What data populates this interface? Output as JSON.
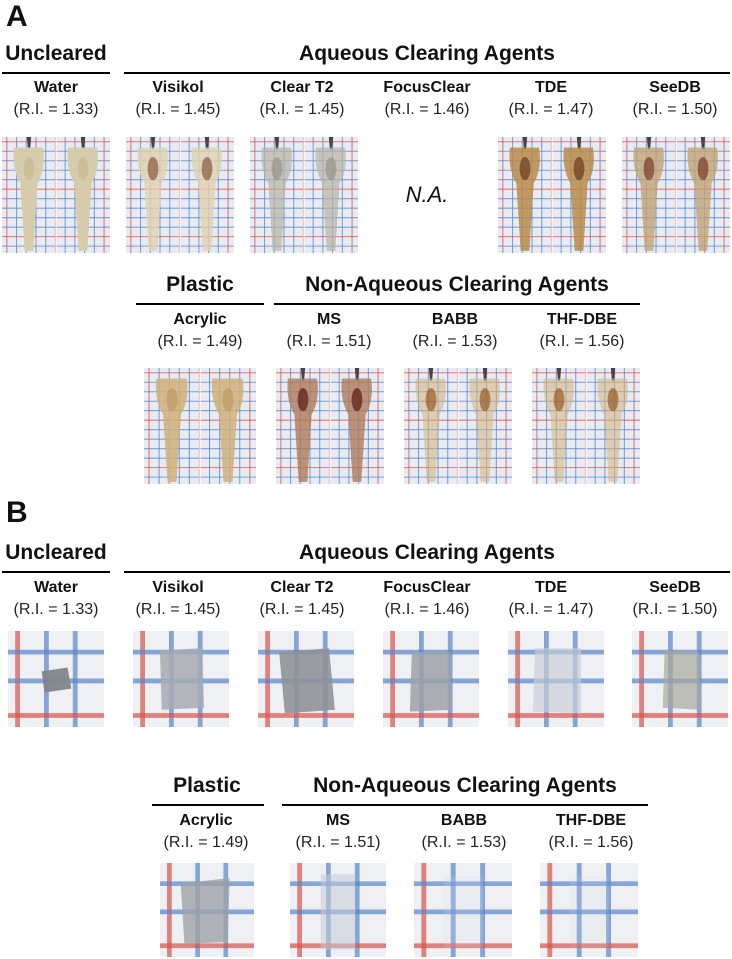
{
  "panel_a": {
    "letter": "A",
    "top_row": {
      "group_uncleared": "Uncleared",
      "group_aqueous": "Aqueous Clearing Agents",
      "agents": [
        {
          "name": "Water",
          "ri": "(R.I. = 1.33)"
        },
        {
          "name": "Visikol",
          "ri": "(R.I. = 1.45)"
        },
        {
          "name": "Clear T2",
          "ri": "(R.I. = 1.45)"
        },
        {
          "name": "FocusClear",
          "ri": "(R.I. = 1.46)"
        },
        {
          "name": "TDE",
          "ri": "(R.I. = 1.47)"
        },
        {
          "name": "SeeDB",
          "ri": "(R.I. = 1.50)"
        }
      ],
      "not_available": "N.A."
    },
    "bottom_row": {
      "group_plastic": "Plastic",
      "group_nonaqueous": "Non-Aqueous Clearing Agents",
      "agents": [
        {
          "name": "Acrylic",
          "ri": "(R.I. = 1.49)"
        },
        {
          "name": "MS",
          "ri": "(R.I. = 1.51)"
        },
        {
          "name": "BABB",
          "ri": "(R.I. = 1.53)"
        },
        {
          "name": "THF-DBE",
          "ri": "(R.I. = 1.56)"
        }
      ]
    }
  },
  "panel_b": {
    "letter": "B",
    "top_row": {
      "group_uncleared": "Uncleared",
      "group_aqueous": "Aqueous Clearing Agents",
      "agents": [
        {
          "name": "Water",
          "ri": "(R.I. = 1.33)"
        },
        {
          "name": "Visikol",
          "ri": "(R.I. = 1.45)"
        },
        {
          "name": "Clear T2",
          "ri": "(R.I. = 1.45)"
        },
        {
          "name": "FocusClear",
          "ri": "(R.I. = 1.46)"
        },
        {
          "name": "TDE",
          "ri": "(R.I. = 1.47)"
        },
        {
          "name": "SeeDB",
          "ri": "(R.I. = 1.50)"
        }
      ]
    },
    "bottom_row": {
      "group_plastic": "Plastic",
      "group_nonaqueous": "Non-Aqueous Clearing Agents",
      "agents": [
        {
          "name": "Acrylic",
          "ri": "(R.I. = 1.49)"
        },
        {
          "name": "MS",
          "ri": "(R.I. = 1.51)"
        },
        {
          "name": "BABB",
          "ri": "(R.I. = 1.53)"
        },
        {
          "name": "THF-DBE",
          "ri": "(R.I. = 1.56)"
        }
      ]
    }
  },
  "colors": {
    "grid_blue": "#5b86c9",
    "grid_red": "#d9534a",
    "paper": "#e8ecf2",
    "tissue_opaque": "#cfc5a2",
    "tissue_clear": "#b89a6a",
    "tissue_dark": "#6a2f1c",
    "sample_block": "#8e949c"
  }
}
